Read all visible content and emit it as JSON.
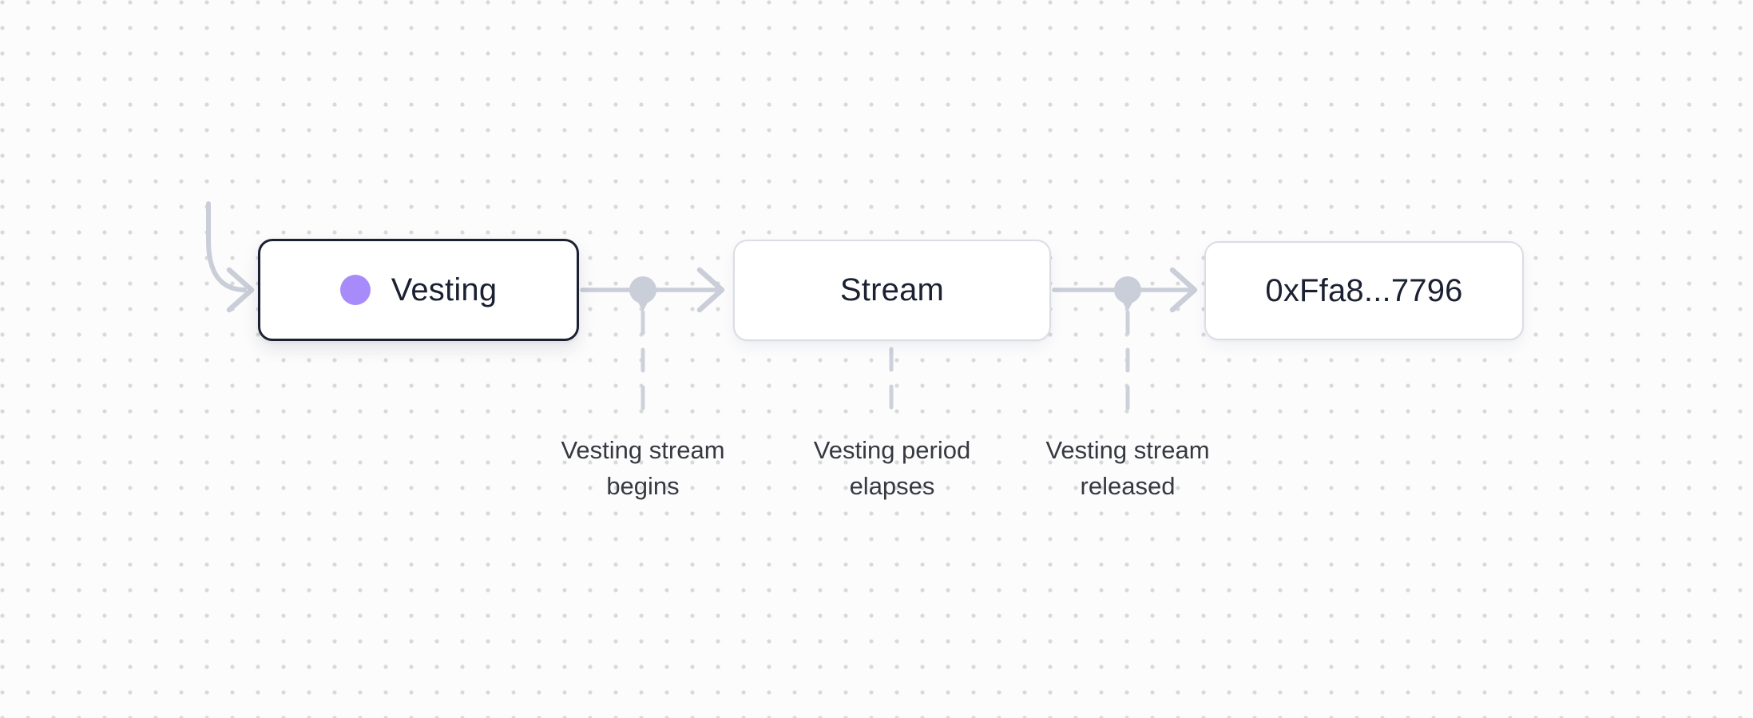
{
  "canvas": {
    "background_color": "#fcfcfd",
    "dot_color": "#d9d9db"
  },
  "palette": {
    "connector_gray": "#c9ced8",
    "node_border_dark": "#1b2132",
    "node_border_light": "#dadde4",
    "node_text": "#1b2132",
    "annotation_text": "#36393f",
    "accent_purple": "#a78bfa"
  },
  "nodes": [
    {
      "id": "vesting",
      "label": "Vesting",
      "state": "active"
    },
    {
      "id": "stream",
      "label": "Stream",
      "state": "default"
    },
    {
      "id": "address",
      "label": "0xFfa8...7796",
      "state": "default"
    }
  ],
  "annotations": [
    {
      "text": "Vesting stream begins"
    },
    {
      "text": "Vesting period elapses"
    },
    {
      "text": "Vesting stream released"
    }
  ],
  "icons": {
    "entry_arrow": "curved-arrow-into-vesting-node",
    "edge_arrowhead": "right-chevron-arrowhead",
    "milestone_marker": "filled-circle-with-drop-tail"
  }
}
